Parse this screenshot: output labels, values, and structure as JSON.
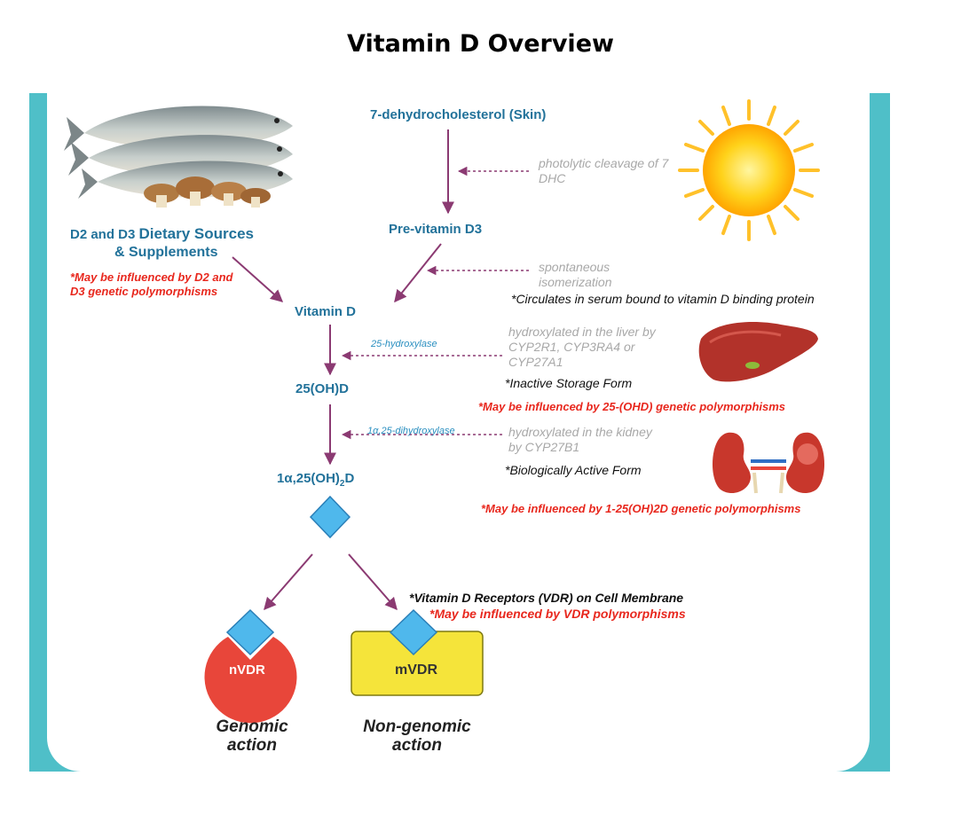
{
  "title": "Vitamin D Overview",
  "colors": {
    "panel": "#4fbfc8",
    "teal_text": "#22729a",
    "arrow": "#8b3a72",
    "red_text": "#e8281e",
    "diamond": "#4fb8ec",
    "nvdr": "#e8463a",
    "mvdr": "#f5e43a"
  },
  "nodes": {
    "dehydro": "7-dehydrocholesterol (Skin)",
    "previtamin": "Pre-vitamin D3",
    "vitamin_d": "Vitamin D",
    "ohd": "25(OH)D",
    "active_pre": "1α,25(OH)",
    "active_sub": "2",
    "active_post": "D"
  },
  "dietary": {
    "prefix": "D2 and D3",
    "title": "Dietary Sources",
    "line2": "& Supplements",
    "note_line1": "*May be influenced by D2 and",
    "note_line2": "D3 genetic polymorphisms"
  },
  "steps": {
    "photolytic": "photolytic cleavage of 7 DHC",
    "spontaneous": "spontaneous isomerization",
    "serum_note": "*Circulates in serum bound to vitamin D binding protein",
    "enzyme1": "25-hydroxylase",
    "liver_text": "hydroxylated in the liver by CYP2R1, CYP3RA4 or CYP27A1",
    "inactive": "*Inactive Storage Form",
    "red_25ohd": "*May be influenced by 25-(OHD) genetic polymorphisms",
    "enzyme2": "1α,25-dihydroxylase",
    "kidney_text": "hydroxylated in the kidney by CYP27B1",
    "active_form": "*Biologically Active Form",
    "red_125": "*May be influenced by 1-25(OH)2D genetic polymorphisms"
  },
  "receptors": {
    "vdr_note": "*Vitamin D Receptors (VDR) on Cell Membrane",
    "vdr_red": "*May be influenced by VDR polymorphisms",
    "nvdr": "nVDR",
    "mvdr": "mVDR",
    "genomic_line1": "Genomic",
    "genomic_line2": "action",
    "nongenomic_line1": "Non-genomic",
    "nongenomic_line2": "action"
  },
  "icons": [
    "fish-mushroom-icon",
    "sun-icon",
    "liver-icon",
    "kidney-icon"
  ]
}
